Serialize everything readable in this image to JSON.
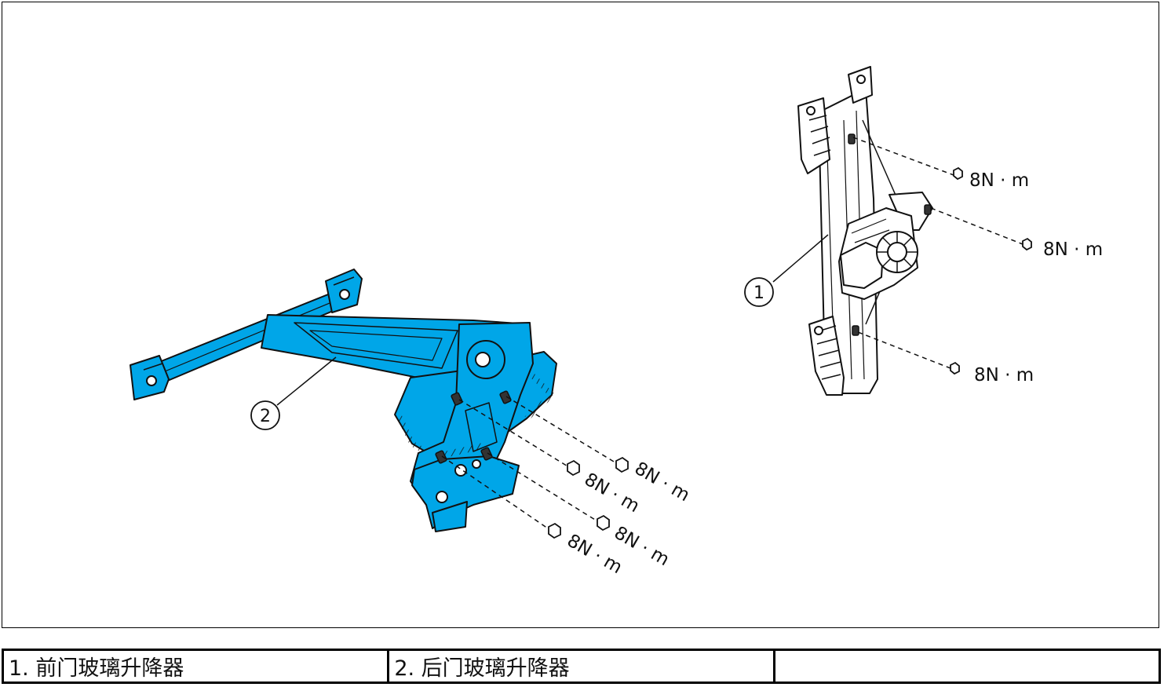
{
  "diagram": {
    "colors": {
      "highlight": "#00a6e8",
      "line": "#111111",
      "background": "#ffffff"
    },
    "callouts": [
      {
        "number": "1"
      },
      {
        "number": "2"
      }
    ],
    "torque_labels": [
      {
        "text": "8N · m"
      },
      {
        "text": "8N · m"
      },
      {
        "text": "8N · m"
      },
      {
        "text": "8N · m"
      },
      {
        "text": "8N · m"
      },
      {
        "text": "8N · m"
      },
      {
        "text": "8N · m"
      }
    ]
  },
  "legend": {
    "cells": [
      "1. 前门玻璃升降器",
      "2. 后门玻璃升降器",
      ""
    ]
  }
}
